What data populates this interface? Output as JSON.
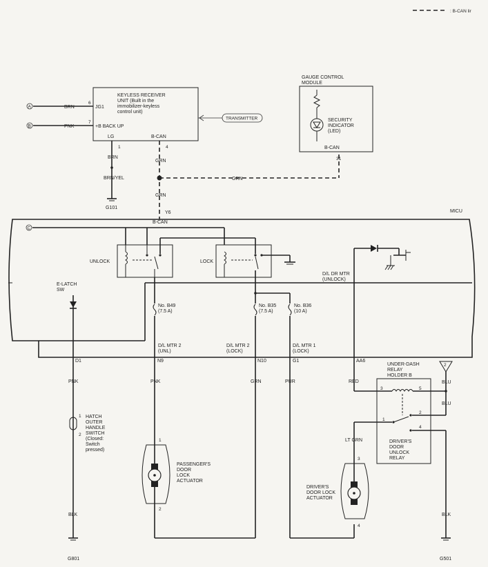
{
  "legend": {
    "text": ": B-CAN lir"
  },
  "connectors": {
    "a": "A",
    "b": "B",
    "c": "C"
  },
  "keyless": {
    "title": [
      "KEYLESS RECEIVER",
      "UNIT (Built in the",
      "immobilizer-keyless",
      "control unit)"
    ],
    "jg1": "JG1",
    "backup": "+B BACK UP",
    "lg": "LG",
    "bcan": "B-CAN",
    "pin6": "6",
    "pin7": "7",
    "pin1": "1",
    "pin4": "4",
    "transmitter": "TRANSMITTER"
  },
  "gauge": {
    "title": [
      "GAUGE CONTROL",
      "MODULE"
    ],
    "indicator": [
      "SECURITY",
      "INDICATOR",
      "(LED)"
    ],
    "bcan": "B-CAN",
    "pin31": "31"
  },
  "wires": {
    "brn": "BRN",
    "pnk": "PNK",
    "grn": "GRN",
    "brnyel": "BRN/YEL",
    "pur": "PUR",
    "red": "RED",
    "blu": "BLU",
    "blk": "BLK",
    "ltgrn": "LT GRN"
  },
  "grounds": {
    "g101": "G101",
    "g801": "G801",
    "g501": "G501"
  },
  "micu": {
    "title": "MICU",
    "y6": "Y6",
    "bcan": "B-CAN",
    "unlock": "UNLOCK",
    "lock": "LOCK",
    "elatch": [
      "E-LATCH",
      "SW"
    ],
    "dldrmtr": [
      "D/L DR MTR",
      "(UNLOCK)"
    ],
    "fuse_b49": [
      "No. B49",
      "(7.5 A)"
    ],
    "fuse_b35": [
      "No. B35",
      "(7.5 A)"
    ],
    "fuse_b36": [
      "No. B36",
      "(10 A)"
    ],
    "mtr2_unl": [
      "D/L MTR 2",
      "(UNL)"
    ],
    "mtr2_lock": [
      "D/L MTR 2",
      "(LOCK)"
    ],
    "mtr1_lock": [
      "D/L MTR 1",
      "(LOCK)"
    ],
    "d1": "D1",
    "n9": "N9",
    "n10": "N10",
    "g1": "G1",
    "aa6": "AA6"
  },
  "hatch": {
    "label": [
      "HATCH",
      "OUTER",
      "HANDLE",
      "SWITCH",
      "(Closed:",
      "Switch",
      "pressed)"
    ],
    "pin1": "1",
    "pin2": "2"
  },
  "passenger": {
    "label": [
      "PASSENGER'S",
      "DOOR",
      "LOCK",
      "ACTUATOR"
    ],
    "pin1": "1",
    "pin2": "2"
  },
  "driver": {
    "label": [
      "DRIVER'S",
      "DOOR LOCK",
      "ACTUATOR"
    ],
    "pin3": "3",
    "pin4": "4"
  },
  "relay": {
    "holder": [
      "UNDER-DASH",
      "RELAY",
      "HOLDER B"
    ],
    "name": [
      "DRIVER'S",
      "DOOR",
      "UNLOCK",
      "RELAY"
    ],
    "p3": "3",
    "p5": "5",
    "p1": "1",
    "p2": "2",
    "p4": "4",
    "fuse2": "2"
  }
}
